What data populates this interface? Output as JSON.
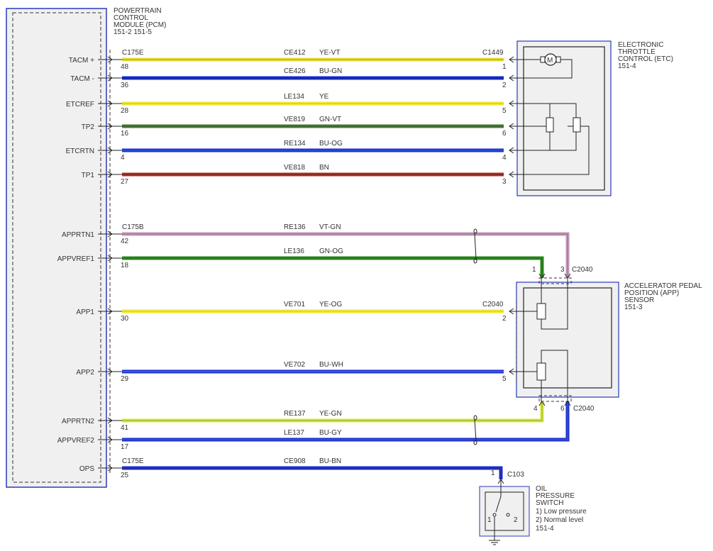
{
  "pcm": {
    "title_lines": [
      "POWERTRAIN",
      "CONTROL",
      "MODULE (PCM)",
      "151-2  151-5"
    ],
    "pins": [
      {
        "name": "TACM +",
        "connector": "C175E",
        "pin": "48",
        "wire_id": "CE412",
        "wire_color": "YE-VT",
        "far_connector": "C1449",
        "far_pin": "1",
        "colors": [
          "#e8e23a",
          "#b58a1e"
        ]
      },
      {
        "name": "TACM -",
        "connector": "",
        "pin": "36",
        "wire_id": "CE426",
        "wire_color": "BU-GN",
        "far_connector": "",
        "far_pin": "2",
        "colors": [
          "#1a2fcf",
          "#0a1a9a"
        ]
      },
      {
        "name": "ETCREF",
        "connector": "",
        "pin": "28",
        "wire_id": "LE134",
        "wire_color": "YE",
        "far_connector": "",
        "far_pin": "5",
        "colors": [
          "#f0ea35",
          "#c9c020"
        ]
      },
      {
        "name": "TP2",
        "connector": "",
        "pin": "16",
        "wire_id": "VE819",
        "wire_color": "GN-VT",
        "far_connector": "",
        "far_pin": "6",
        "colors": [
          "#4a7a3a",
          "#2f5a26"
        ]
      },
      {
        "name": "ETCRTN",
        "connector": "",
        "pin": "4",
        "wire_id": "RE134",
        "wire_color": "BU-OG",
        "far_connector": "",
        "far_pin": "4",
        "colors": [
          "#1a2fcf",
          "#2f6ad8"
        ]
      },
      {
        "name": "TP1",
        "connector": "",
        "pin": "27",
        "wire_id": "VE818",
        "wire_color": "BN",
        "far_connector": "",
        "far_pin": "3",
        "colors": [
          "#a83228",
          "#7a1f18"
        ]
      },
      {
        "name": "APPRTN1",
        "connector": "C175B",
        "pin": "42",
        "wire_id": "RE136",
        "wire_color": "VT-GN",
        "far_connector": "",
        "far_pin": "",
        "colors": [
          "#c79ab8",
          "#8c6a86"
        ]
      },
      {
        "name": "APPVREF1",
        "connector": "",
        "pin": "18",
        "wire_id": "LE136",
        "wire_color": "GN-OG",
        "far_connector": "",
        "far_pin": "",
        "colors": [
          "#2f8a22",
          "#1e6a14"
        ]
      },
      {
        "name": "APP1",
        "connector": "",
        "pin": "30",
        "wire_id": "VE701",
        "wire_color": "YE-OG",
        "far_connector": "C2040",
        "far_pin": "2",
        "colors": [
          "#f0ea35",
          "#e0c820"
        ]
      },
      {
        "name": "APP2",
        "connector": "",
        "pin": "29",
        "wire_id": "VE702",
        "wire_color": "BU-WH",
        "far_connector": "",
        "far_pin": "5",
        "colors": [
          "#1a2fcf",
          "#6a7ae0"
        ]
      },
      {
        "name": "APPRTN2",
        "connector": "",
        "pin": "41",
        "wire_id": "RE137",
        "wire_color": "YE-GN",
        "far_connector": "",
        "far_pin": "",
        "colors": [
          "#d8e43a",
          "#8cb228"
        ]
      },
      {
        "name": "APPVREF2",
        "connector": "",
        "pin": "17",
        "wire_id": "LE137",
        "wire_color": "BU-GY",
        "far_connector": "",
        "far_pin": "",
        "colors": [
          "#1a2fcf",
          "#5a64a8"
        ]
      },
      {
        "name": "OPS",
        "connector": "C175E",
        "pin": "25",
        "wire_id": "CE908",
        "wire_color": "BU-BN",
        "far_connector": "",
        "far_pin": "",
        "colors": [
          "#1a2fcf",
          "#3a2a8a"
        ]
      }
    ]
  },
  "etc": {
    "title_lines": [
      "ELECTRONIC",
      "THROTTLE",
      "CONTROL (ETC)",
      "151-4"
    ],
    "motor_symbol": "M"
  },
  "app": {
    "title_lines": [
      "ACCELERATOR PEDAL",
      "POSITION (APP)",
      "SENSOR",
      "151-3"
    ],
    "connector": "C2040",
    "pins": {
      "p1": "1",
      "p3": "3",
      "p4": "4",
      "p6": "6"
    }
  },
  "ops": {
    "title_lines": [
      "OIL",
      "PRESSURE",
      "SWITCH",
      "1) Low pressure",
      "2) Normal level",
      "151-4"
    ],
    "connector": "C103",
    "pin": "1",
    "pos1": "1",
    "pos2": "2"
  }
}
